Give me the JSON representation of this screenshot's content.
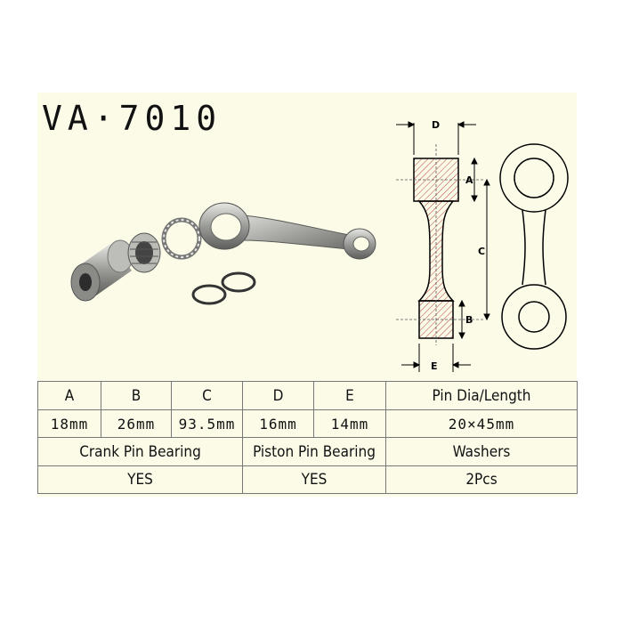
{
  "title": "VA·7010",
  "diagram": {
    "labels": [
      "D",
      "A",
      "C",
      "B",
      "E"
    ]
  },
  "table": {
    "dims": [
      {
        "header": "A",
        "value": "18mm"
      },
      {
        "header": "B",
        "value": "26mm"
      },
      {
        "header": "C",
        "value": "93.5mm"
      },
      {
        "header": "D",
        "value": "16mm"
      },
      {
        "header": "E",
        "value": "14mm"
      }
    ],
    "pin_header": "Pin Dia/Length",
    "pin_value": "20×45mm",
    "parts_headers": [
      "Crank Pin Bearing",
      "Piston Pin Bearing",
      "Washers"
    ],
    "parts_values": [
      "YES",
      "YES",
      "2Pcs"
    ]
  }
}
